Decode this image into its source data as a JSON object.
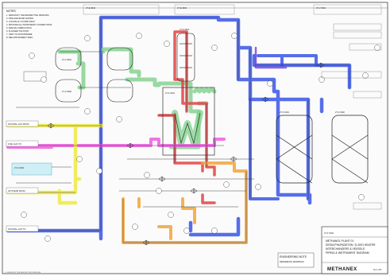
{
  "colors": {
    "blue": "#3a55e6",
    "green": "#7fd18b",
    "red": "#e24b4b",
    "orange": "#f2a33a",
    "magenta": "#ee5ce0",
    "yellow": "#f0ea4a",
    "purple": "#7b4bd6",
    "line": "#333333"
  },
  "notes_panel": {
    "title": "NOTES",
    "lines": [
      "1. DESIGN BY THE RESPECTIVE VENDORS",
      "2. PIPE AND BLIND SHOWN",
      "3. LOCATE ALL IN PIPE RACK",
      "4. PROVIDE ALL INSTRUMENT CONNECTIONS",
      "5. SPECIAL FABRICATION",
      "6. FLANGED TIE POINT",
      "7. VENT TO ATMOSPHERE",
      "8. SEE INSTRUMENT SPEC"
    ]
  },
  "tags": {
    "t1": "27-F 3401",
    "t2": "27-F 3402",
    "t3": "27-F 3403",
    "t4": "27-F 3404",
    "t5": "27-E-3001",
    "t6": "27-E-3002",
    "t7": "27-V-3301",
    "t8": "27-V-3302",
    "t9": "27-X-3201",
    "t10": "27-F-3101"
  },
  "left_callouts": [
    "NATURAL GAS FROM",
    "FUEL GAS TO",
    "HP STEAM FROM",
    "NATURAL GAS TO"
  ],
  "engineering_note": {
    "title": "ENGINEERING NOTE",
    "text": "REFERENCE DRAWINGS"
  },
  "title_block": {
    "company": "METHANEX",
    "line1": "METHANOL PLANT 01",
    "line2": "DESULPHURIZATION / D-2001 HEATER",
    "line3": "INTERCHANGERS & VESSELS",
    "line4": "PIPING & INSTRUMENT DIAGRAM",
    "sub": "N.Z. LTD"
  }
}
